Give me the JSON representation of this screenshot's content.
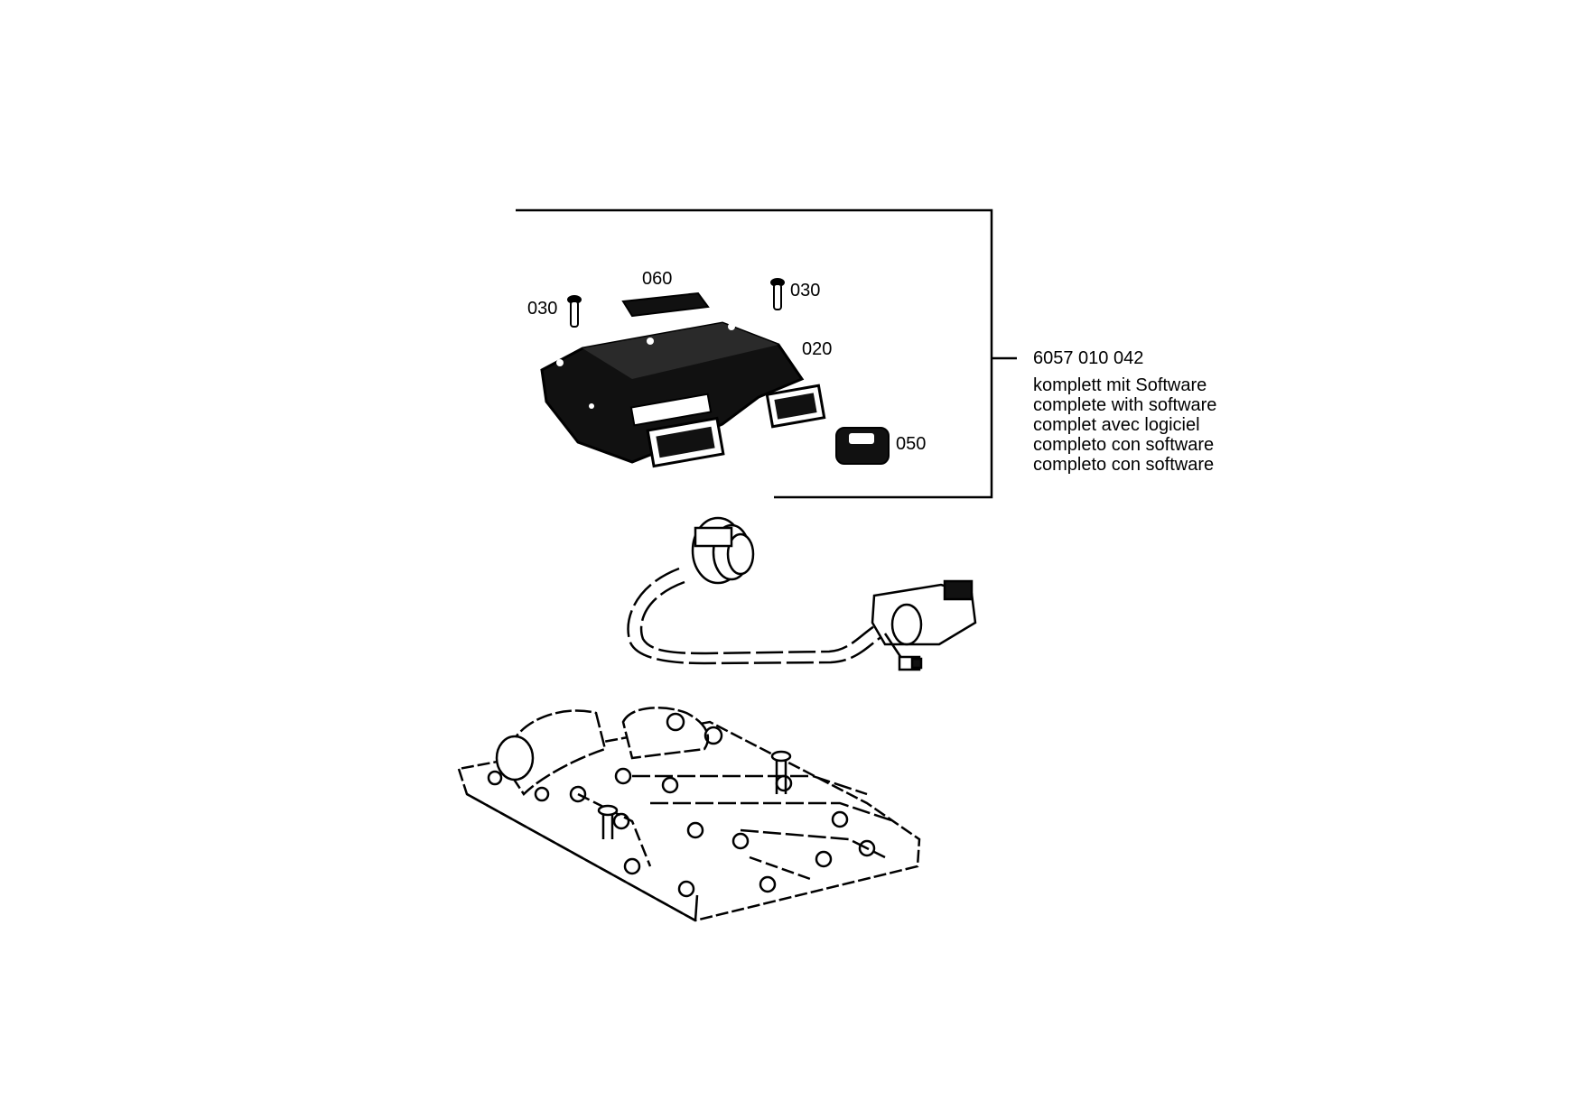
{
  "callouts": {
    "screw_left": "030",
    "label_plate": "060",
    "screw_right": "030",
    "control_unit": "020",
    "connector_cap": "050"
  },
  "assembly": {
    "part_number": "6057 010 042",
    "descriptions": [
      "komplett mit Software",
      "complete with software",
      "complet avec logiciel",
      "completo con software",
      "completo con software"
    ]
  },
  "colors": {
    "line": "#000000",
    "background": "#ffffff"
  }
}
